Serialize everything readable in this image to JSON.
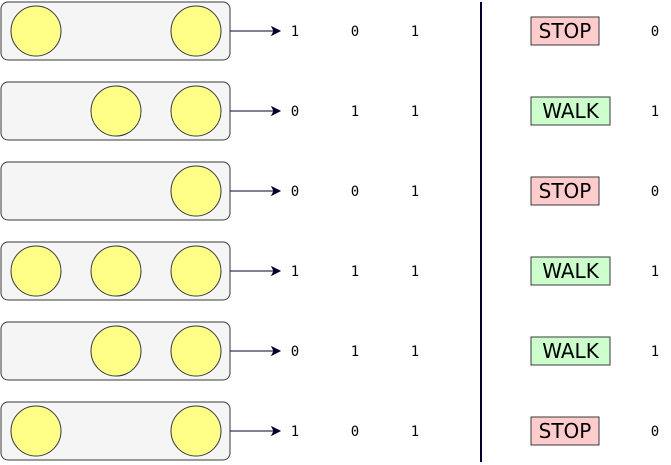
{
  "colors": {
    "lamp_on": "#ffff88",
    "row_bg": "#f5f5f5",
    "stop_bg": "#ffcccc",
    "walk_bg": "#ccffcc",
    "arrow": "#000033",
    "outline": "#36393d"
  },
  "rows": [
    {
      "lamps": [
        1,
        0,
        1
      ],
      "bits": [
        "1",
        "0",
        "1"
      ],
      "status": "STOP",
      "status_kind": "stop",
      "output": "0"
    },
    {
      "lamps": [
        0,
        1,
        1
      ],
      "bits": [
        "0",
        "1",
        "1"
      ],
      "status": "WALK",
      "status_kind": "walk",
      "output": "1"
    },
    {
      "lamps": [
        0,
        0,
        1
      ],
      "bits": [
        "0",
        "0",
        "1"
      ],
      "status": "STOP",
      "status_kind": "stop",
      "output": "0"
    },
    {
      "lamps": [
        1,
        1,
        1
      ],
      "bits": [
        "1",
        "1",
        "1"
      ],
      "status": "WALK",
      "status_kind": "walk",
      "output": "1"
    },
    {
      "lamps": [
        0,
        1,
        1
      ],
      "bits": [
        "0",
        "1",
        "1"
      ],
      "status": "WALK",
      "status_kind": "walk",
      "output": "1"
    },
    {
      "lamps": [
        1,
        0,
        1
      ],
      "bits": [
        "1",
        "0",
        "1"
      ],
      "status": "STOP",
      "status_kind": "stop",
      "output": "0"
    }
  ]
}
